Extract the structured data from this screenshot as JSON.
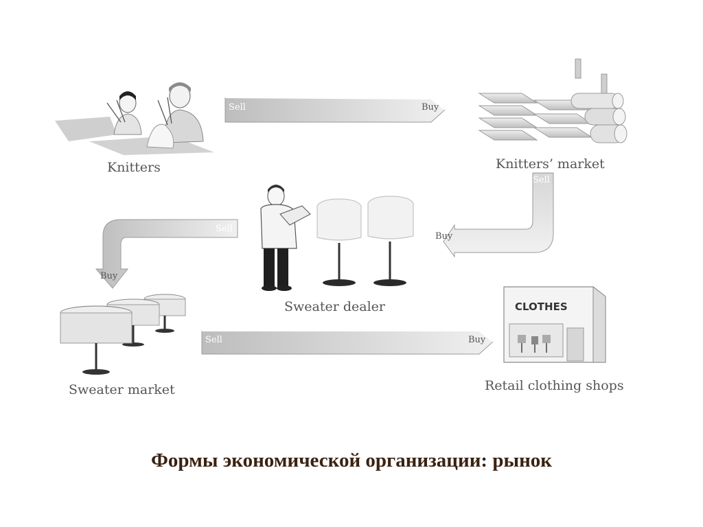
{
  "title": "Формы экономической организации: рынок",
  "nodes": {
    "knitters": "Knitters",
    "knitters_market": "Knitters’ market",
    "sweater_dealer": "Sweater dealer",
    "sweater_market": "Sweater market",
    "retail_shops": "Retail clothing shops"
  },
  "arrows": {
    "knitters_to_market": {
      "from_label": "Sell",
      "to_label": "Buy"
    },
    "market_to_dealer": {
      "from_label": "Sell",
      "to_label": "Buy"
    },
    "dealer_to_sweater_market": {
      "from_label": "Sell",
      "to_label": "Buy"
    },
    "sweater_market_to_retail": {
      "from_label": "Sell",
      "to_label": "Buy"
    }
  },
  "shop_sign": "CLOTHES"
}
